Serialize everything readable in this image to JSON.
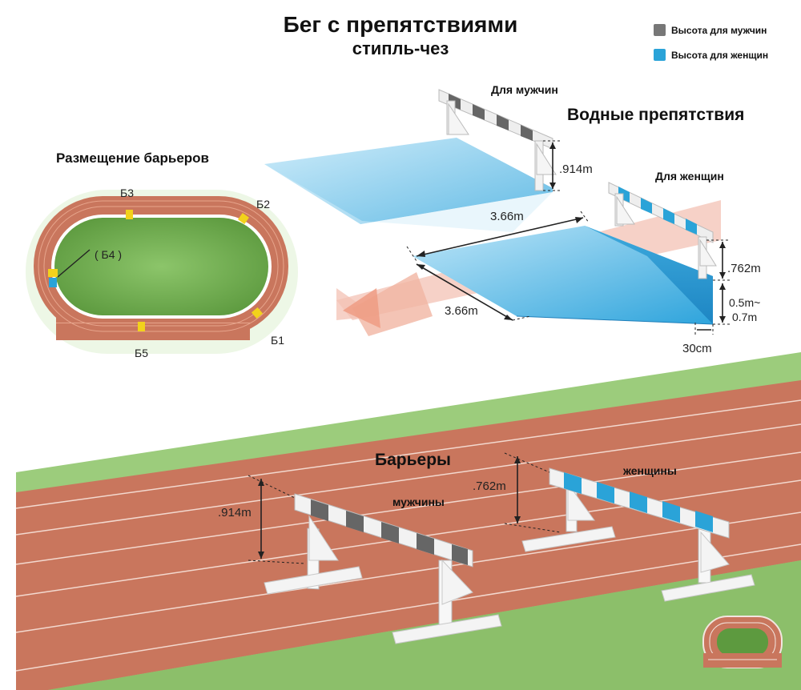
{
  "title": "Бег с препятствиями",
  "subtitle": "стипль-чез",
  "legend": [
    {
      "label": "Высота для мужчин",
      "color": "#777777"
    },
    {
      "label": "Высота для женщин",
      "color": "#2aa3d8"
    }
  ],
  "placement": {
    "heading": "Размещение барьеров",
    "markers": [
      "Б1",
      "Б2",
      "Б3",
      "( Б4 )",
      "Б5"
    ]
  },
  "water": {
    "heading": "Водные препятствия",
    "men_label": "Для мужчин",
    "women_label": "Для женщин",
    "men_height": ".914m",
    "women_height": ".762m",
    "width": "3.66m",
    "length": "3.66m",
    "depth_line1": "0.5m~",
    "depth_line2": "0.7m",
    "slope_step": "30cm"
  },
  "hurdles": {
    "heading": "Барьеры",
    "men_label": "мужчины",
    "women_label": "женщины",
    "men_height": ".914m",
    "women_height": ".762m"
  },
  "colors": {
    "track": "#c9765d",
    "grass": "#8cbf6a",
    "water": "#4bb6e6",
    "men_stripe": "#666666",
    "women_stripe": "#2aa3d8",
    "barrier_marker": "#f2d21b"
  }
}
